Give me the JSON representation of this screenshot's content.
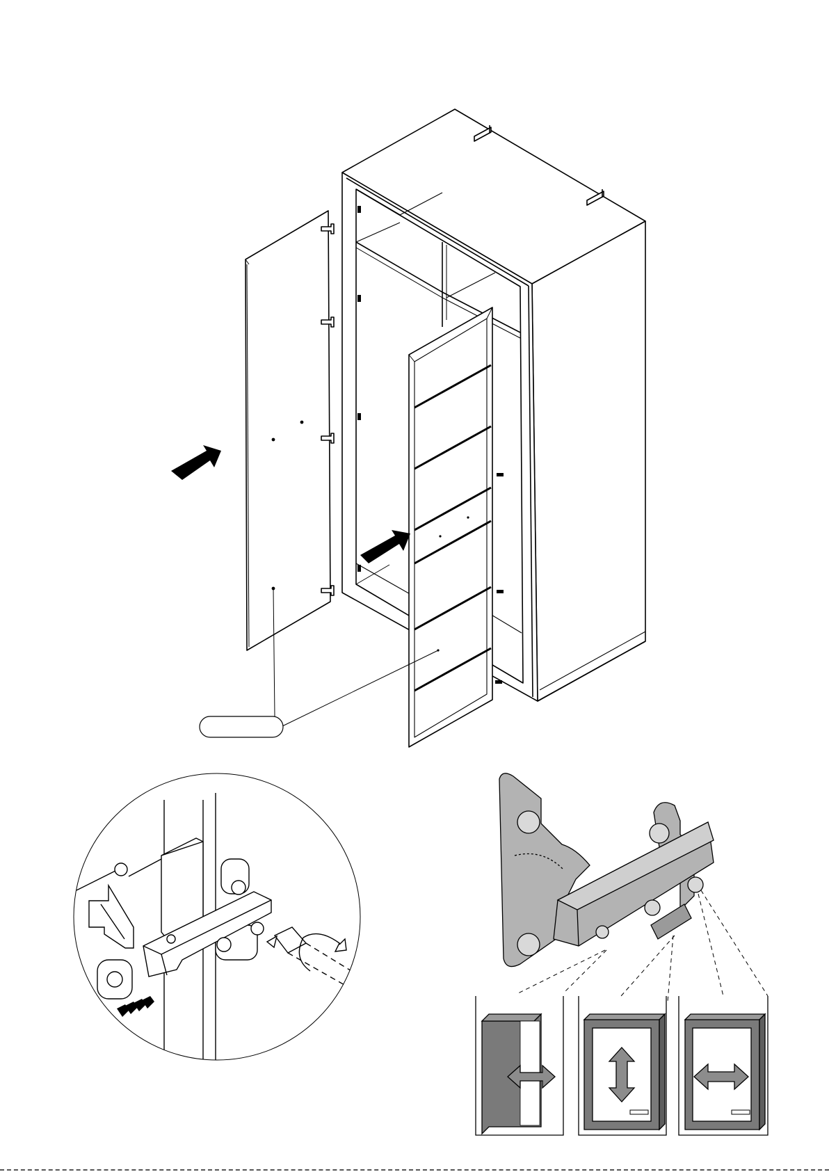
{
  "page": {
    "title": "",
    "part_label": ""
  },
  "figures": {
    "main": "wardrobe-door-installation",
    "detail_left": "hinge-clip-detail",
    "detail_right": "hinge-adjustment-detail"
  },
  "adjustments": [
    {
      "name": "depth",
      "arrow": "horizontal-arrow-icon"
    },
    {
      "name": "height",
      "arrow": "vertical-arrow-icon"
    },
    {
      "name": "side",
      "arrow": "horizontal-arrow-icon"
    }
  ],
  "colors": {
    "line": "#000000",
    "hinge_fill": "#b3b3b3",
    "panel_fill": "#7a7a7a",
    "arrow_fill": "#8c8c8c"
  }
}
